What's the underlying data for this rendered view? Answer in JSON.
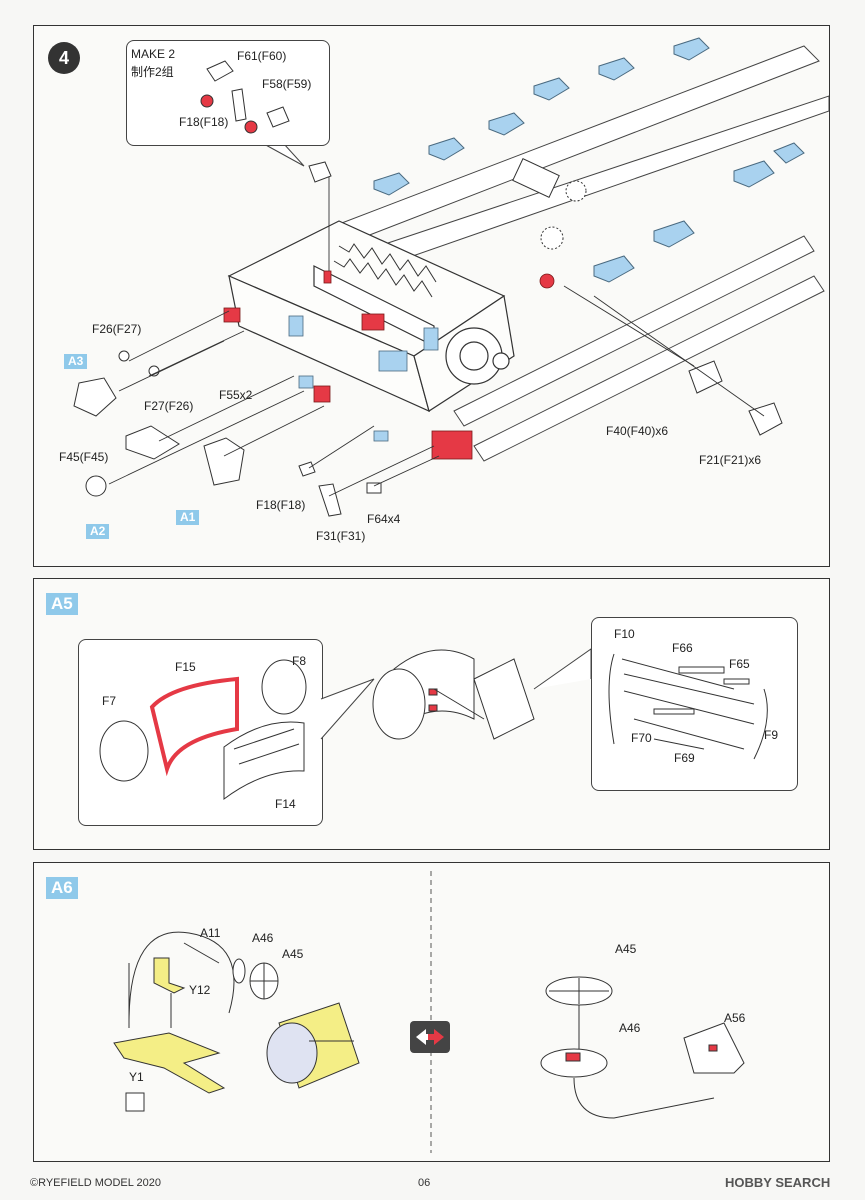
{
  "colors": {
    "accent_blue": "#8fc9ea",
    "part_red": "#e53945",
    "part_yellow": "#f4ee86",
    "part_lightblue": "#a9d2ef"
  },
  "step4": {
    "number": "4",
    "note": {
      "make": "MAKE 2",
      "make_cn": "制作2组",
      "p1": "F61(F60)",
      "p2": "F58(F59)",
      "p3": "F18(F18)"
    },
    "labels": {
      "f26": "F26(F27)",
      "a3": "A3",
      "f27": "F27(F26)",
      "f55": "F55x2",
      "f45": "F45(F45)",
      "a2": "A2",
      "a1": "A1",
      "f18": "F18(F18)",
      "f64": "F64x4",
      "f31": "F31(F31)",
      "f40": "F40(F40)x6",
      "f21": "F21(F21)x6"
    }
  },
  "a5": {
    "tag": "A5",
    "labels": {
      "f15": "F15",
      "f8": "F8",
      "f7": "F7",
      "f14": "F14",
      "f10": "F10",
      "f66": "F66",
      "f65": "F65",
      "f70": "F70",
      "f9": "F9",
      "f69": "F69"
    }
  },
  "a6": {
    "tag": "A6",
    "labels": {
      "a11": "A11",
      "a46": "A46",
      "a45": "A45",
      "y12": "Y12",
      "y1": "Y1",
      "r_a45": "A45",
      "r_a46": "A46",
      "r_a56": "A56"
    }
  },
  "footer": {
    "copyright": "©RYEFIELD MODEL 2020",
    "page": "06",
    "watermark": "HOBBY SEARCH"
  }
}
